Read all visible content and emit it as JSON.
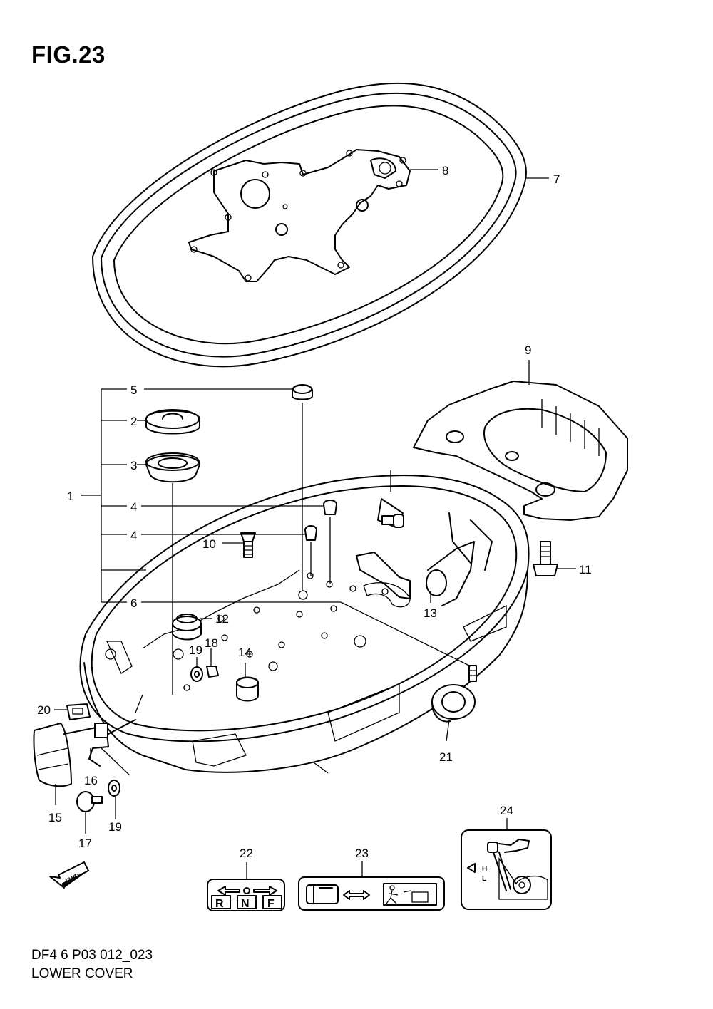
{
  "figure": {
    "title": "FIG.23",
    "footer_code": "DF4 6 P03 012_023",
    "footer_name": "LOWER COVER"
  },
  "callouts": [
    {
      "id": "c1",
      "text": "1"
    },
    {
      "id": "c2",
      "text": "2"
    },
    {
      "id": "c3",
      "text": "3"
    },
    {
      "id": "c4a",
      "text": "4"
    },
    {
      "id": "c4b",
      "text": "4"
    },
    {
      "id": "c5",
      "text": "5"
    },
    {
      "id": "c6",
      "text": "6"
    },
    {
      "id": "c7",
      "text": "7"
    },
    {
      "id": "c8",
      "text": "8"
    },
    {
      "id": "c9",
      "text": "9"
    },
    {
      "id": "c10",
      "text": "10"
    },
    {
      "id": "c11",
      "text": "11"
    },
    {
      "id": "c12",
      "text": "12"
    },
    {
      "id": "c13",
      "text": "13"
    },
    {
      "id": "c14",
      "text": "14"
    },
    {
      "id": "c15",
      "text": "15"
    },
    {
      "id": "c16",
      "text": "16"
    },
    {
      "id": "c17",
      "text": "17"
    },
    {
      "id": "c18",
      "text": "18"
    },
    {
      "id": "c19a",
      "text": "19"
    },
    {
      "id": "c19b",
      "text": "19"
    },
    {
      "id": "c20",
      "text": "20"
    },
    {
      "id": "c21",
      "text": "21"
    },
    {
      "id": "c22",
      "text": "22"
    },
    {
      "id": "c23",
      "text": "23"
    },
    {
      "id": "c24",
      "text": "24"
    }
  ],
  "labels": {
    "shift_r": "R",
    "shift_n": "N",
    "shift_f": "F",
    "oil_h": "H",
    "oil_l": "L",
    "fwd": "FWD"
  }
}
